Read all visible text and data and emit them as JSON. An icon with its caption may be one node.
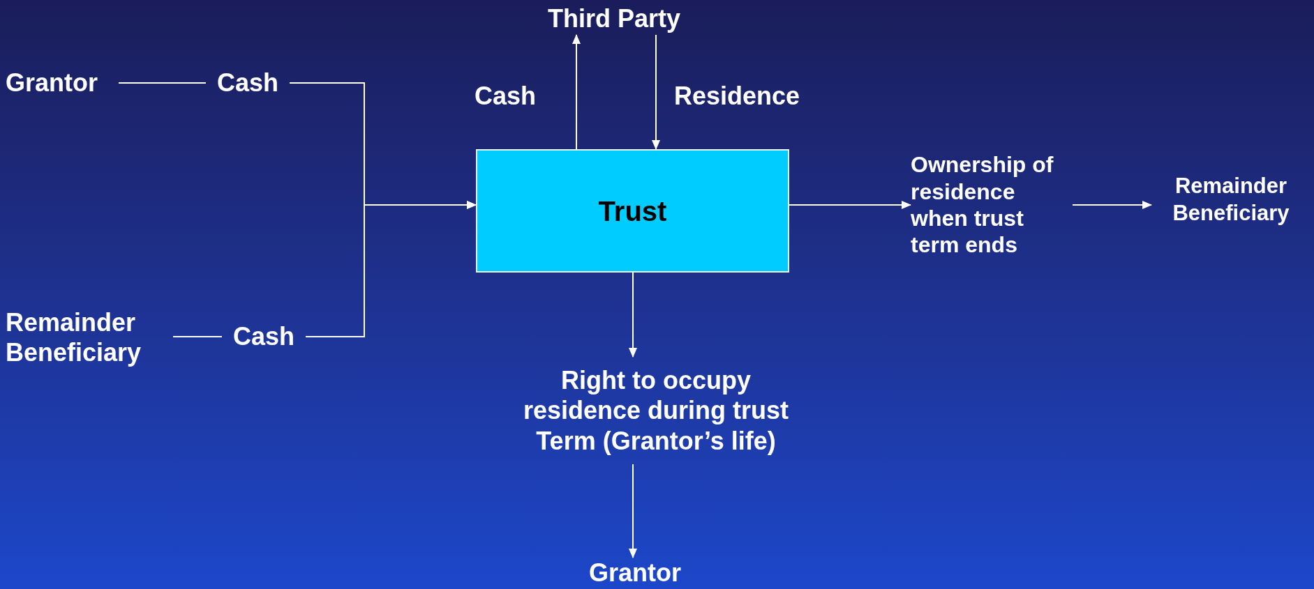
{
  "diagram": {
    "nodes": [
      {
        "text": [
          "Grantor"
        ]
      },
      {
        "text": [
          "Cash"
        ]
      },
      {
        "text": [
          "Remainder Beneficiary"
        ]
      },
      {
        "text": [
          "Cash"
        ]
      },
      {
        "text": [
          "Third Party"
        ]
      },
      {
        "text": [
          "Trust"
        ]
      },
      {
        "text": [
          "Ownership of residence when trust term ends"
        ]
      },
      {
        "text": [
          "Remainder Beneficiary"
        ]
      },
      {
        "text": [
          "Right to occupy residence during trust Term (Grantor’s life)"
        ]
      },
      {
        "text": [
          "Grantor"
        ]
      }
    ],
    "edges": [
      {
        "from": 0,
        "to": 1,
        "arrow": "none"
      },
      {
        "from": 1,
        "to": 5,
        "arrow": "to"
      },
      {
        "from": 2,
        "to": 3,
        "arrow": "none"
      },
      {
        "from": 3,
        "to": 5,
        "arrow": "to"
      },
      {
        "from": 5,
        "to": 4,
        "arrow": "to",
        "label": "Cash"
      },
      {
        "from": 4,
        "to": 5,
        "arrow": "to",
        "label": "Residence"
      },
      {
        "from": 5,
        "to": 6,
        "arrow": "to"
      },
      {
        "from": 6,
        "to": 7,
        "arrow": "to"
      },
      {
        "from": 5,
        "to": 8,
        "arrow": "to"
      },
      {
        "from": 8,
        "to": 9,
        "arrow": "to"
      }
    ]
  }
}
